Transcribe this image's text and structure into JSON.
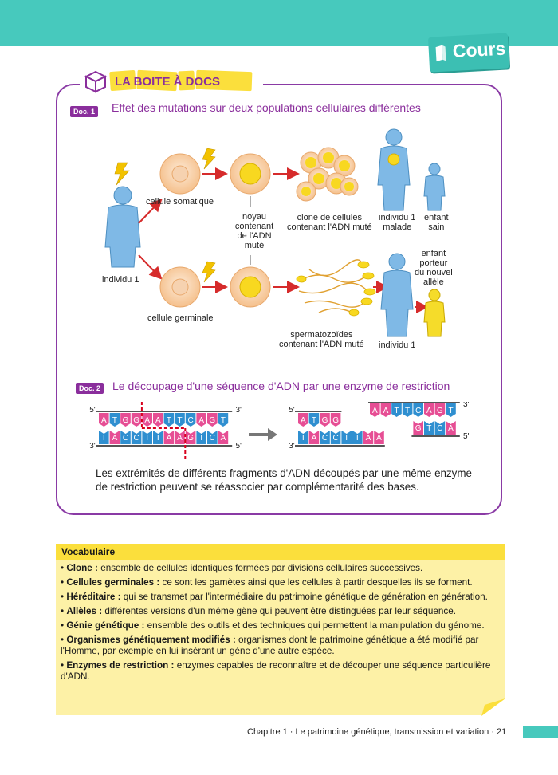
{
  "header": {
    "tab_label": "Cours"
  },
  "boite": {
    "title": "LA BOITE À DOCS"
  },
  "doc1": {
    "tag": "Doc. 1",
    "title": "Effet des mutations sur deux populations cellulaires différentes",
    "labels": {
      "somatic": "cellule somatique",
      "germinal": "cellule germinale",
      "individual": "individu 1",
      "nucleus": [
        "noyau",
        "contenant",
        "de l'ADN",
        "muté"
      ],
      "clone": [
        "clone de cellules",
        "contenant l'ADN muté"
      ],
      "sick": [
        "individu 1",
        "malade"
      ],
      "healthy": [
        "enfant",
        "sain"
      ],
      "carrier": [
        "enfant",
        "porteur",
        "du nouvel",
        "allèle"
      ],
      "sperm": [
        "spermatozoïdes",
        "contenant l'ADN muté"
      ],
      "individual2": "individu 1"
    },
    "colors": {
      "body": "#7fb9e6",
      "mutated_body": "#f5dc2a",
      "lightning": "#f2c200",
      "arrow": "#d62b2b",
      "cell": "#f6c9a0",
      "nucleus": "#f8d820"
    }
  },
  "doc2": {
    "tag": "Doc. 2",
    "title": "Le découpage d'une séquence d'ADN par une enzyme de restriction",
    "strand_left": {
      "top": [
        "A",
        "T",
        "G",
        "G",
        "A",
        "A",
        "T",
        "T",
        "C",
        "A",
        "G",
        "T"
      ],
      "bottom": [
        "T",
        "A",
        "C",
        "C",
        "T",
        "T",
        "A",
        "A",
        "G",
        "T",
        "C",
        "A"
      ]
    },
    "fragment_a": {
      "top": [
        "A",
        "T",
        "G",
        "G"
      ],
      "bottom": [
        "T",
        "A",
        "C",
        "C",
        "T",
        "T",
        "A",
        "A"
      ]
    },
    "fragment_b": {
      "top": [
        "A",
        "A",
        "T",
        "T",
        "C",
        "A",
        "G",
        "T"
      ],
      "bottom": [
        "G",
        "T",
        "C",
        "A"
      ]
    },
    "ends": {
      "five": "5'",
      "three": "3'"
    },
    "caption": "Les extrémités de différents fragments d'ADN découpés par une même enzyme de restriction peuvent se réassocier par complémentarité des bases.",
    "colors": {
      "pink": "#e64e94",
      "blue": "#2f8fd0",
      "cut": "#d8001c"
    }
  },
  "vocabulary": {
    "title": "Vocabulaire",
    "items": [
      {
        "term": "Clone :",
        "definition": " ensemble de cellules identiques formées par divisions cellulaires successives."
      },
      {
        "term": "Cellules germinales :",
        "definition": " ce sont les gamètes ainsi que les cellules à partir desquelles ils se forment."
      },
      {
        "term": "Héréditaire :",
        "definition": " qui se transmet par l'intermédiaire du patrimoine génétique de génération en génération."
      },
      {
        "term": "Allèles :",
        "definition": " différentes versions d'un même gène qui peuvent être distinguées par leur séquence."
      },
      {
        "term": "Génie génétique :",
        "definition": " ensemble des outils et des techniques qui permettent la manipulation du génome."
      },
      {
        "term": "Organismes génétiquement modifiés :",
        "definition": " organismes dont le patrimoine génétique a été modifié par l'Homme, par exemple en lui insérant un gène d'une autre espèce."
      },
      {
        "term": "Enzymes de restriction :",
        "definition": " enzymes capables de reconnaître et de découper une séquence particulière d'ADN."
      }
    ]
  },
  "footer": {
    "text": "Chapitre 1 · Le patrimoine génétique, transmission et variation · 21"
  }
}
